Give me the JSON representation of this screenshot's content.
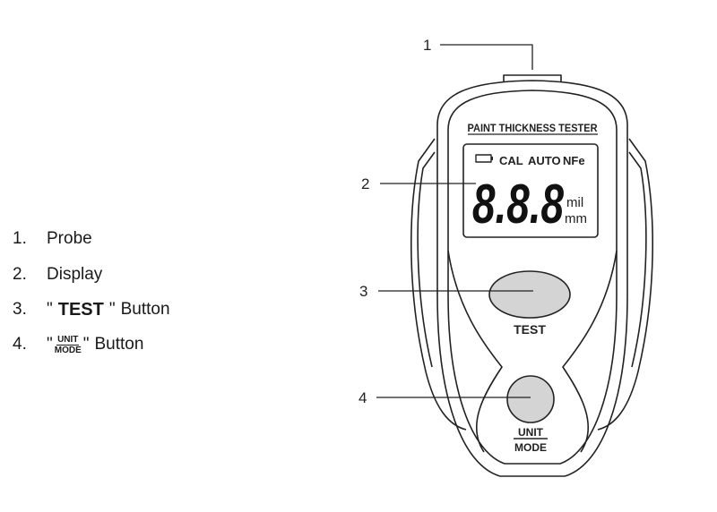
{
  "legend": {
    "items": [
      {
        "number": "1.",
        "label": "Probe"
      },
      {
        "number": "2.",
        "label": "Display"
      },
      {
        "number": "3.",
        "quote_open": "\"",
        "bold": "TEST",
        "quote_close": "\"",
        "suffix": "Button"
      },
      {
        "number": "4.",
        "quote_open": "\"",
        "frac_top": "UNIT",
        "frac_bottom": "MODE",
        "quote_close": "\"",
        "suffix": "Button"
      }
    ]
  },
  "device": {
    "title": "PAINT THICKNESS TESTER",
    "display": {
      "indicators": [
        "CAL",
        "AUTO",
        "NFe"
      ],
      "digits": "8.8.8",
      "unit_top": "mil",
      "unit_bottom": "mm"
    },
    "test_button_label": "TEST",
    "unit_label": "UNIT",
    "mode_label": "MODE"
  },
  "callouts": [
    "1",
    "2",
    "3",
    "4"
  ],
  "colors": {
    "button_fill": "#d4d4d4",
    "outline": "#222222",
    "lcd_fill": "#ffffff"
  }
}
